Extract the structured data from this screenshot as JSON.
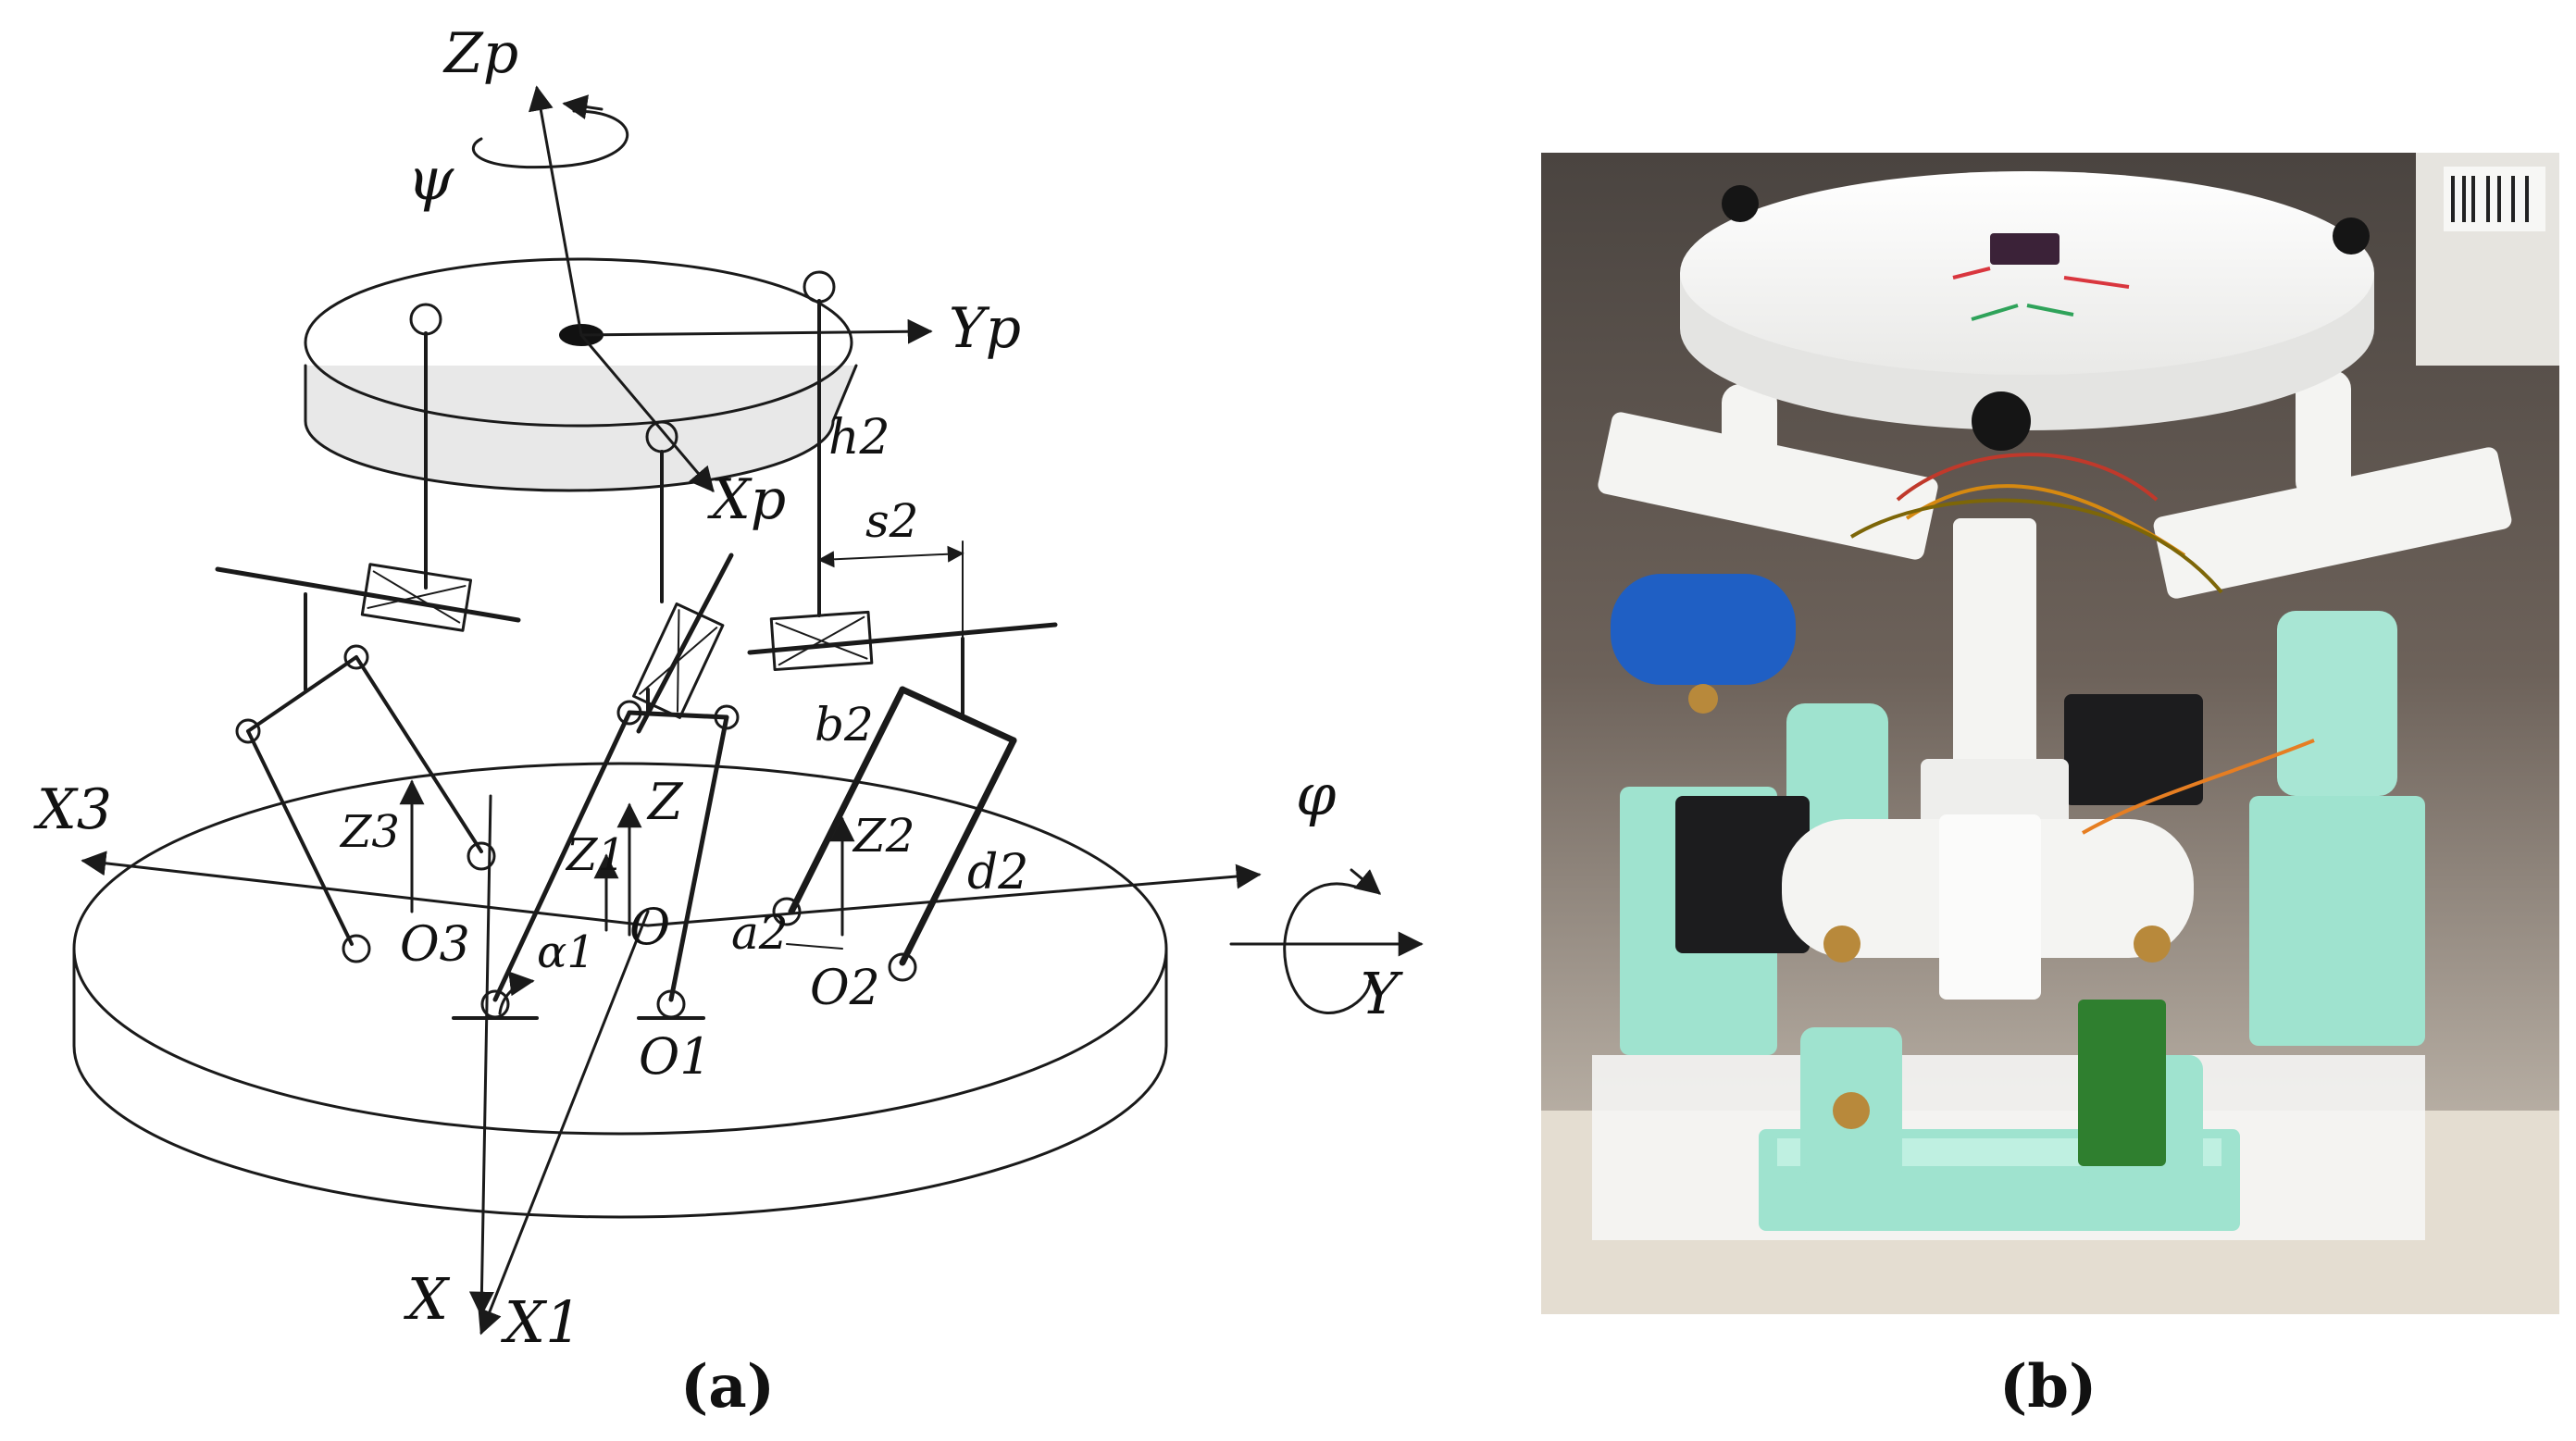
{
  "panel_a": {
    "caption": "(a)",
    "labels": {
      "Zp": "Zp",
      "Yp": "Yp",
      "Xp": "Xp",
      "psi": "ψ",
      "phi": "φ",
      "X3": "X3",
      "Z3": "Z3",
      "O3": "O3",
      "Z": "Z",
      "Z1": "Z1",
      "O": "O",
      "alpha1": "α1",
      "O1": "O1",
      "Z2": "Z2",
      "a2": "a2",
      "O2": "O2",
      "b2": "b2",
      "d2": "d2",
      "h2": "h2",
      "s2": "s2",
      "Y": "Y",
      "X": "X",
      "X1": "X1"
    }
  },
  "panel_b": {
    "caption": "(b)"
  },
  "colors": {
    "line": "#1a1a1a",
    "platform_fill": "#e8e8e8",
    "mint": "#9fe3cf",
    "blue_part": "#1f5fc4",
    "white_part": "#f4f4f2"
  }
}
